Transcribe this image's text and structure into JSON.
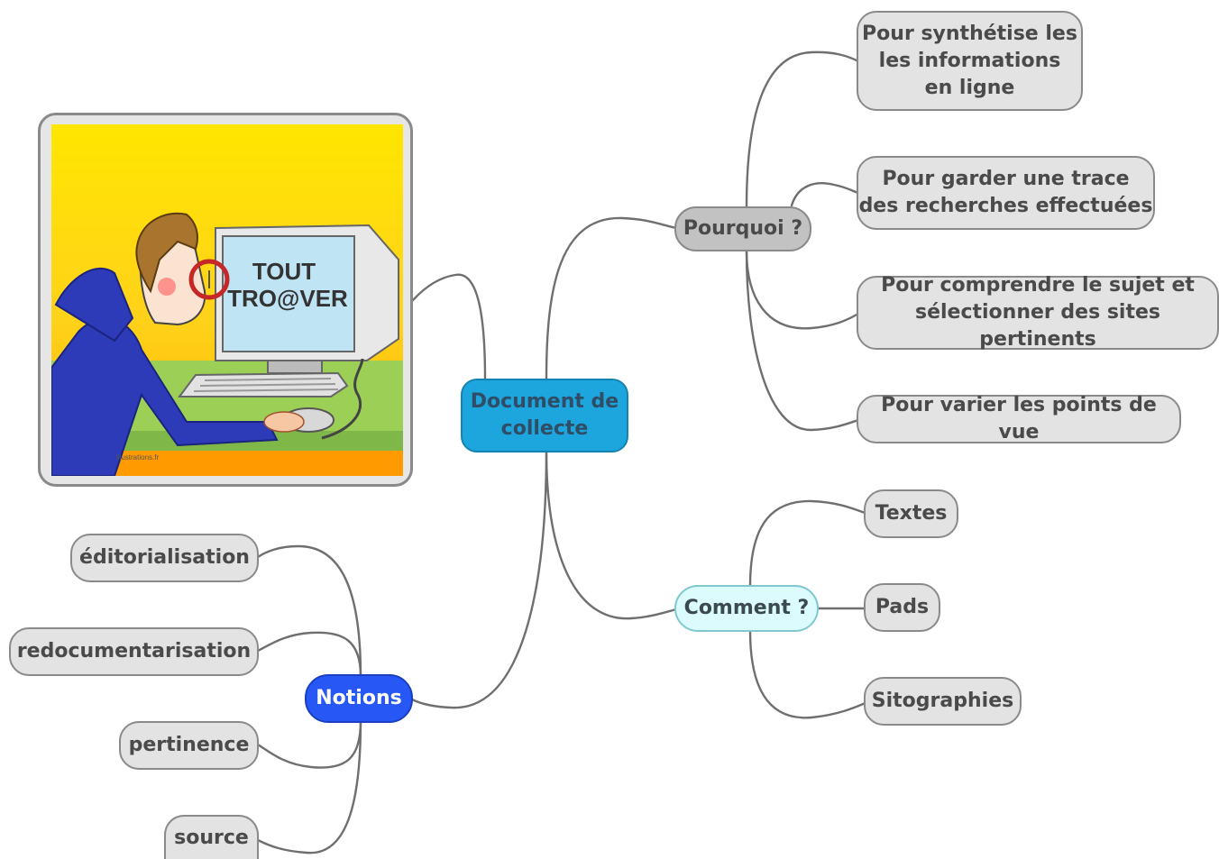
{
  "mindmap": {
    "central": {
      "label": "Document de\ncollecte",
      "color": "#1da6dd"
    },
    "branches": {
      "pourquoi": {
        "label": "Pourquoi ?",
        "color": "#c2c2c2",
        "children": [
          "Pour synthétise les\nles informations\nen ligne",
          "Pour garder une trace\ndes recherches effectuées",
          "Pour comprendre le sujet et\nsélectionner des sites pertinents",
          "Pour varier les points de vue"
        ]
      },
      "comment": {
        "label": "Comment ?",
        "color": "#dcfbfd",
        "children": [
          "Textes",
          "Pads",
          "Sitographies"
        ]
      },
      "notions": {
        "label": "Notions",
        "color": "#2757f5",
        "children": [
          "éditorialisation",
          "redocumentarisation",
          "pertinence",
          "source"
        ]
      }
    },
    "image": {
      "screen_text_1": "TOUT",
      "screen_text_2": "TRO@VER",
      "credit": "illustrations.fr"
    }
  }
}
